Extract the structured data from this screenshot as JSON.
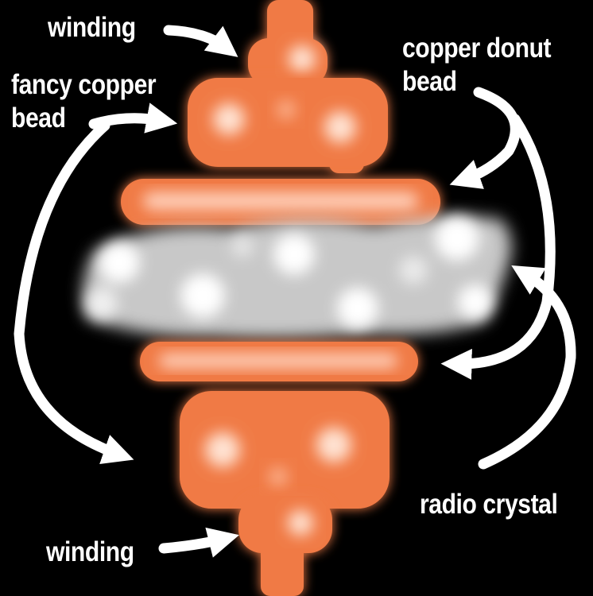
{
  "labels": {
    "winding_top": "winding",
    "fancy_copper_bead": [
      "fancy copper",
      "bead"
    ],
    "copper_donut_bead": [
      "copper donut",
      "bead"
    ],
    "winding_bottom": "winding",
    "radio_crystal": "radio crystal"
  },
  "colors": {
    "background": "#000000",
    "copper": "#f07a45",
    "copper_highlight": "#ffe2d2",
    "crystal": "#cfcfcf",
    "crystal_highlight": "#ffffff",
    "arrow": "#ffffff"
  }
}
